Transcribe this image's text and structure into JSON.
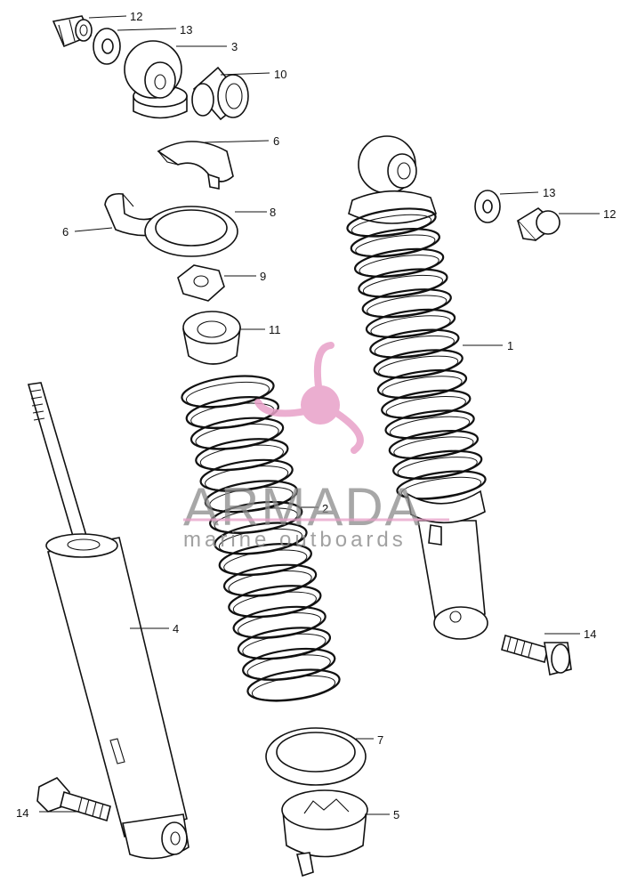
{
  "callouts": {
    "c12a": "12",
    "c13a": "13",
    "c3": "3",
    "c10": "10",
    "c6a": "6",
    "c6b": "6",
    "c8": "8",
    "c9": "9",
    "c11": "11",
    "c13b": "13",
    "c12b": "12",
    "c1": "1",
    "c2": "2",
    "c4": "4",
    "c14a": "14",
    "c14b": "14",
    "c7": "7",
    "c5": "5"
  },
  "watermark": {
    "brand": "ARMADA",
    "tagline": "marine outboards",
    "logo_icon": "propeller-icon",
    "logo_color": "#e8a0c8",
    "text_color": "#8a8a8a"
  }
}
